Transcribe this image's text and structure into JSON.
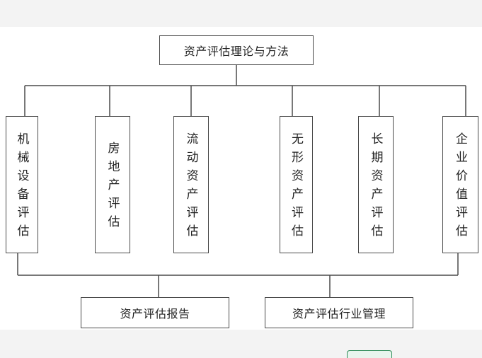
{
  "diagram": {
    "root": "资产评估理论与方法",
    "branches": [
      "机械设备评估",
      "房地产评估",
      "流动资产评估",
      "无形资产评估",
      "长期资产评估",
      "企业价值评估"
    ],
    "outputs": [
      "资产评估报告",
      "资产评估行业管理"
    ]
  },
  "colors": {
    "line": "#4a4a4a",
    "box_border": "#4a4a4a",
    "background": "#ffffff",
    "page": "#f3f3f3"
  }
}
